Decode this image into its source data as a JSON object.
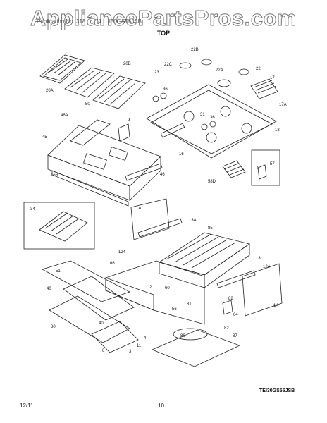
{
  "watermark": "AppliancePartsPros.com",
  "header_text": "Publication No. 318 ... 7/4 ... I30GS55JSB",
  "title": "TOP",
  "model": "TEI30GS55JSB",
  "footer": {
    "date": "12/11",
    "page": "10"
  },
  "part_labels": {
    "p20A": "20A",
    "p20B": "20B",
    "p22B": "22B",
    "p22C": "22C",
    "p23": "23",
    "p22A": "22A",
    "p22": "22",
    "p17": "17",
    "p17A": "17A",
    "p36a": "36",
    "p36b": "36",
    "p31": "31",
    "p18": "18",
    "p16": "16",
    "p46A": "46A",
    "p50": "50",
    "p9": "9",
    "p45": "45",
    "p46": "46",
    "p16B": "16B",
    "p58D": "58D",
    "p8": "8",
    "p57": "57",
    "p34": "34",
    "p1Aa": "1A",
    "p13A": "13A",
    "p85": "85",
    "p124a": "124",
    "p66": "66",
    "p13": "13",
    "p124b": "124",
    "p51": "51",
    "p2": "2",
    "p60": "60",
    "p40a": "40",
    "p81": "81",
    "p56": "56",
    "p82a": "82",
    "p1Ab": "1A",
    "p30": "30",
    "p40b": "40",
    "p64": "64",
    "p82b": "82",
    "p86": "86",
    "p4": "4",
    "p11": "11",
    "p3": "3",
    "p6": "6",
    "p87": "87"
  }
}
